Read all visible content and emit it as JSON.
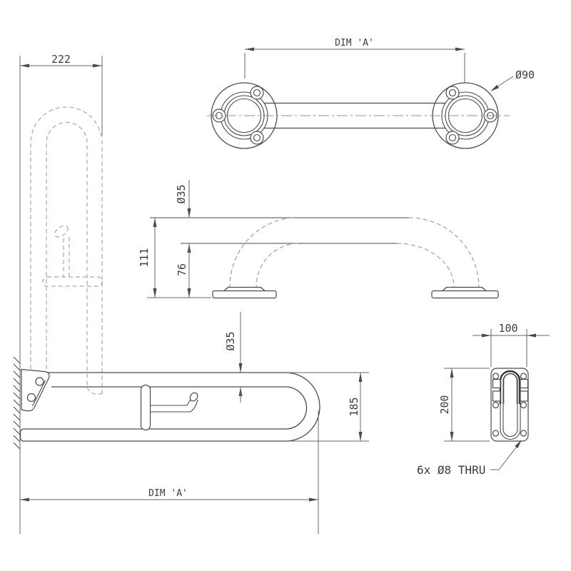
{
  "drawing": {
    "background": "#ffffff",
    "line_color": "#4a4a4a",
    "phantom_line_color": "#a8a8a8",
    "views": {
      "folded": {
        "width_dim": "222"
      },
      "front": {
        "length_dim": "DIM 'A'",
        "flange_dia_dim": "Ø90"
      },
      "side": {
        "tube_dia_dim": "Ø35",
        "overall_height_dim": "111",
        "clearance_dim": "76"
      },
      "deployed": {
        "tube_dia_dim": "Ø35",
        "bar_depth_dim": "185",
        "length_dim": "DIM 'A'"
      },
      "plate": {
        "width_dim": "100",
        "height_dim": "200",
        "holes_note": "6x Ø8 THRU"
      }
    }
  }
}
